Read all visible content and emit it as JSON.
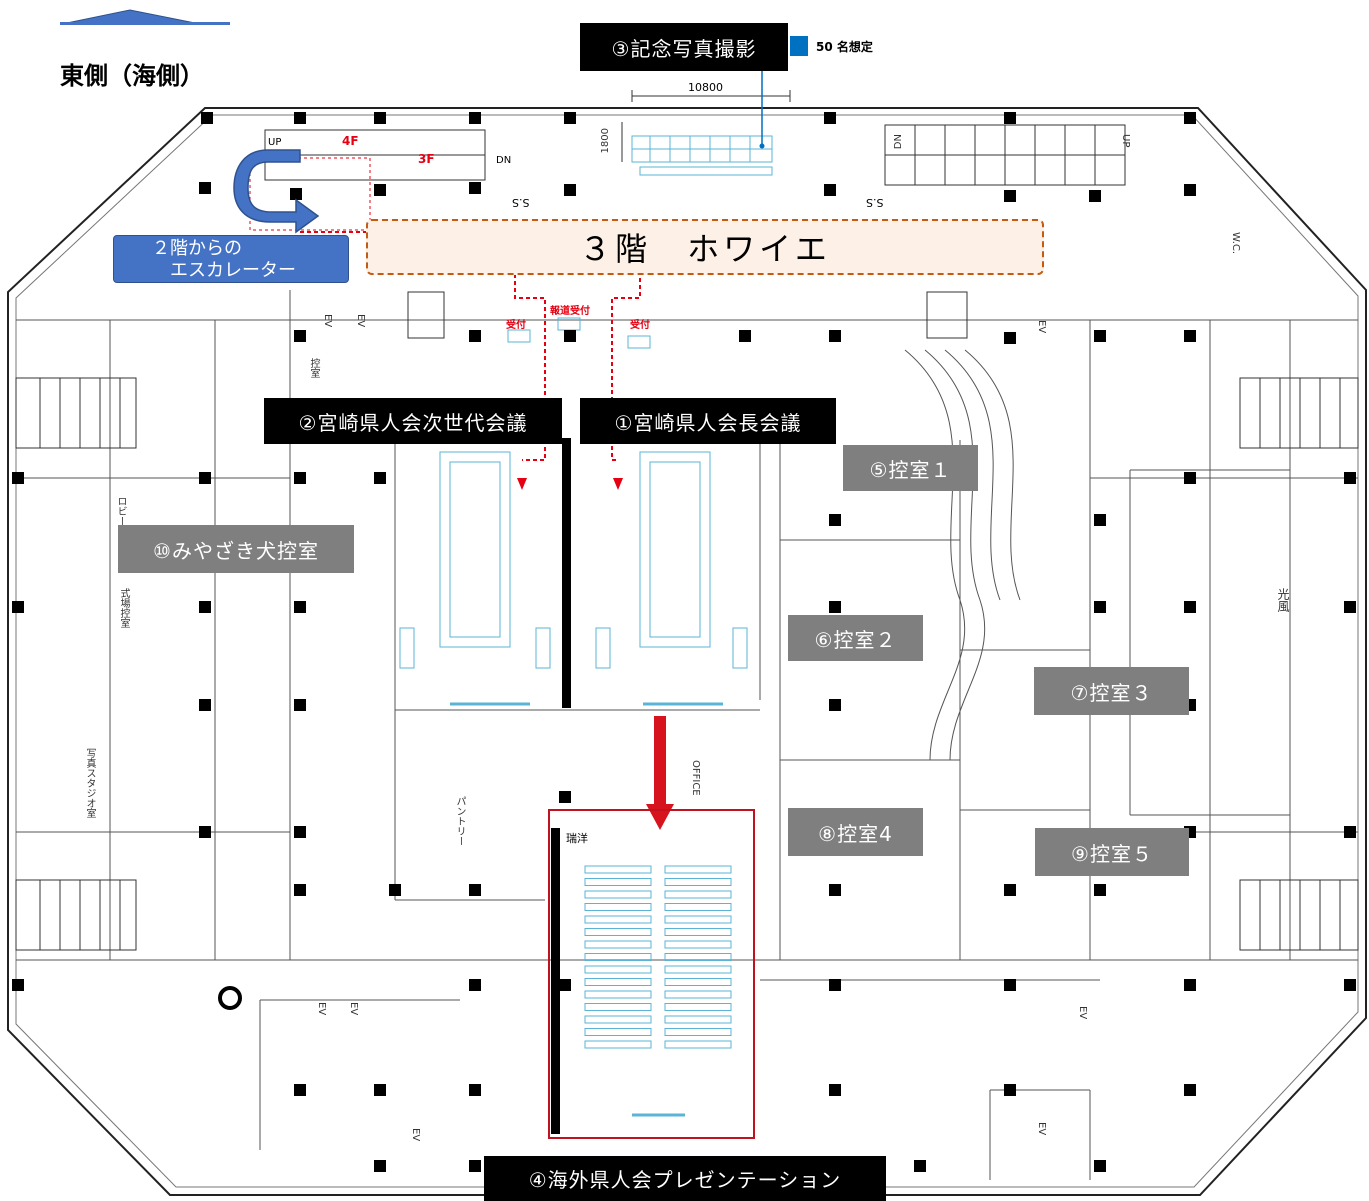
{
  "compass": {
    "label": "東側（海側）"
  },
  "foyer": {
    "label": "３階　ホワイエ"
  },
  "escalator": {
    "line1": "２階からの",
    "line2": "エスカレーター"
  },
  "photo_area": {
    "tag_suffix": "50 名想定",
    "dimension_width": "10800",
    "dimension_height": "1800"
  },
  "rooms": {
    "r1": "①宮崎県人会長会議",
    "r2": "②宮崎県人会次世代会議",
    "r3": "③記念写真撮影",
    "r4": "④海外県人会プレゼンテーション",
    "r5": "⑤控室１",
    "r6": "⑥控室２",
    "r7": "⑦控室３",
    "r8": "⑧控室4",
    "r9": "⑨控室５",
    "r10": "⑩みやざき犬控室"
  },
  "plan_labels": {
    "up_left": "UP",
    "f4": "4F",
    "f3": "3F",
    "dn_left": "DN",
    "ss1": "S.S",
    "ss2": "S.S",
    "dn_right": "DN",
    "up_right": "UP",
    "reception1": "受付",
    "reception2": "報道受付",
    "reception3": "受付",
    "ev1": "EV",
    "ev2": "EV",
    "ev3": "EV",
    "wc": "W.C.",
    "office": "OFFICE",
    "pantry": "パントリー",
    "lobby": "ロビー",
    "ceremony": "式場控室",
    "photo_studio": "写真スタジオ室",
    "hikari": "光風",
    "hall_name": "瑞洋",
    "waiting": "控室",
    "ev4": "EV",
    "ev5": "EV",
    "ev6": "EV",
    "ev7": "EV",
    "ev8": "EV"
  }
}
